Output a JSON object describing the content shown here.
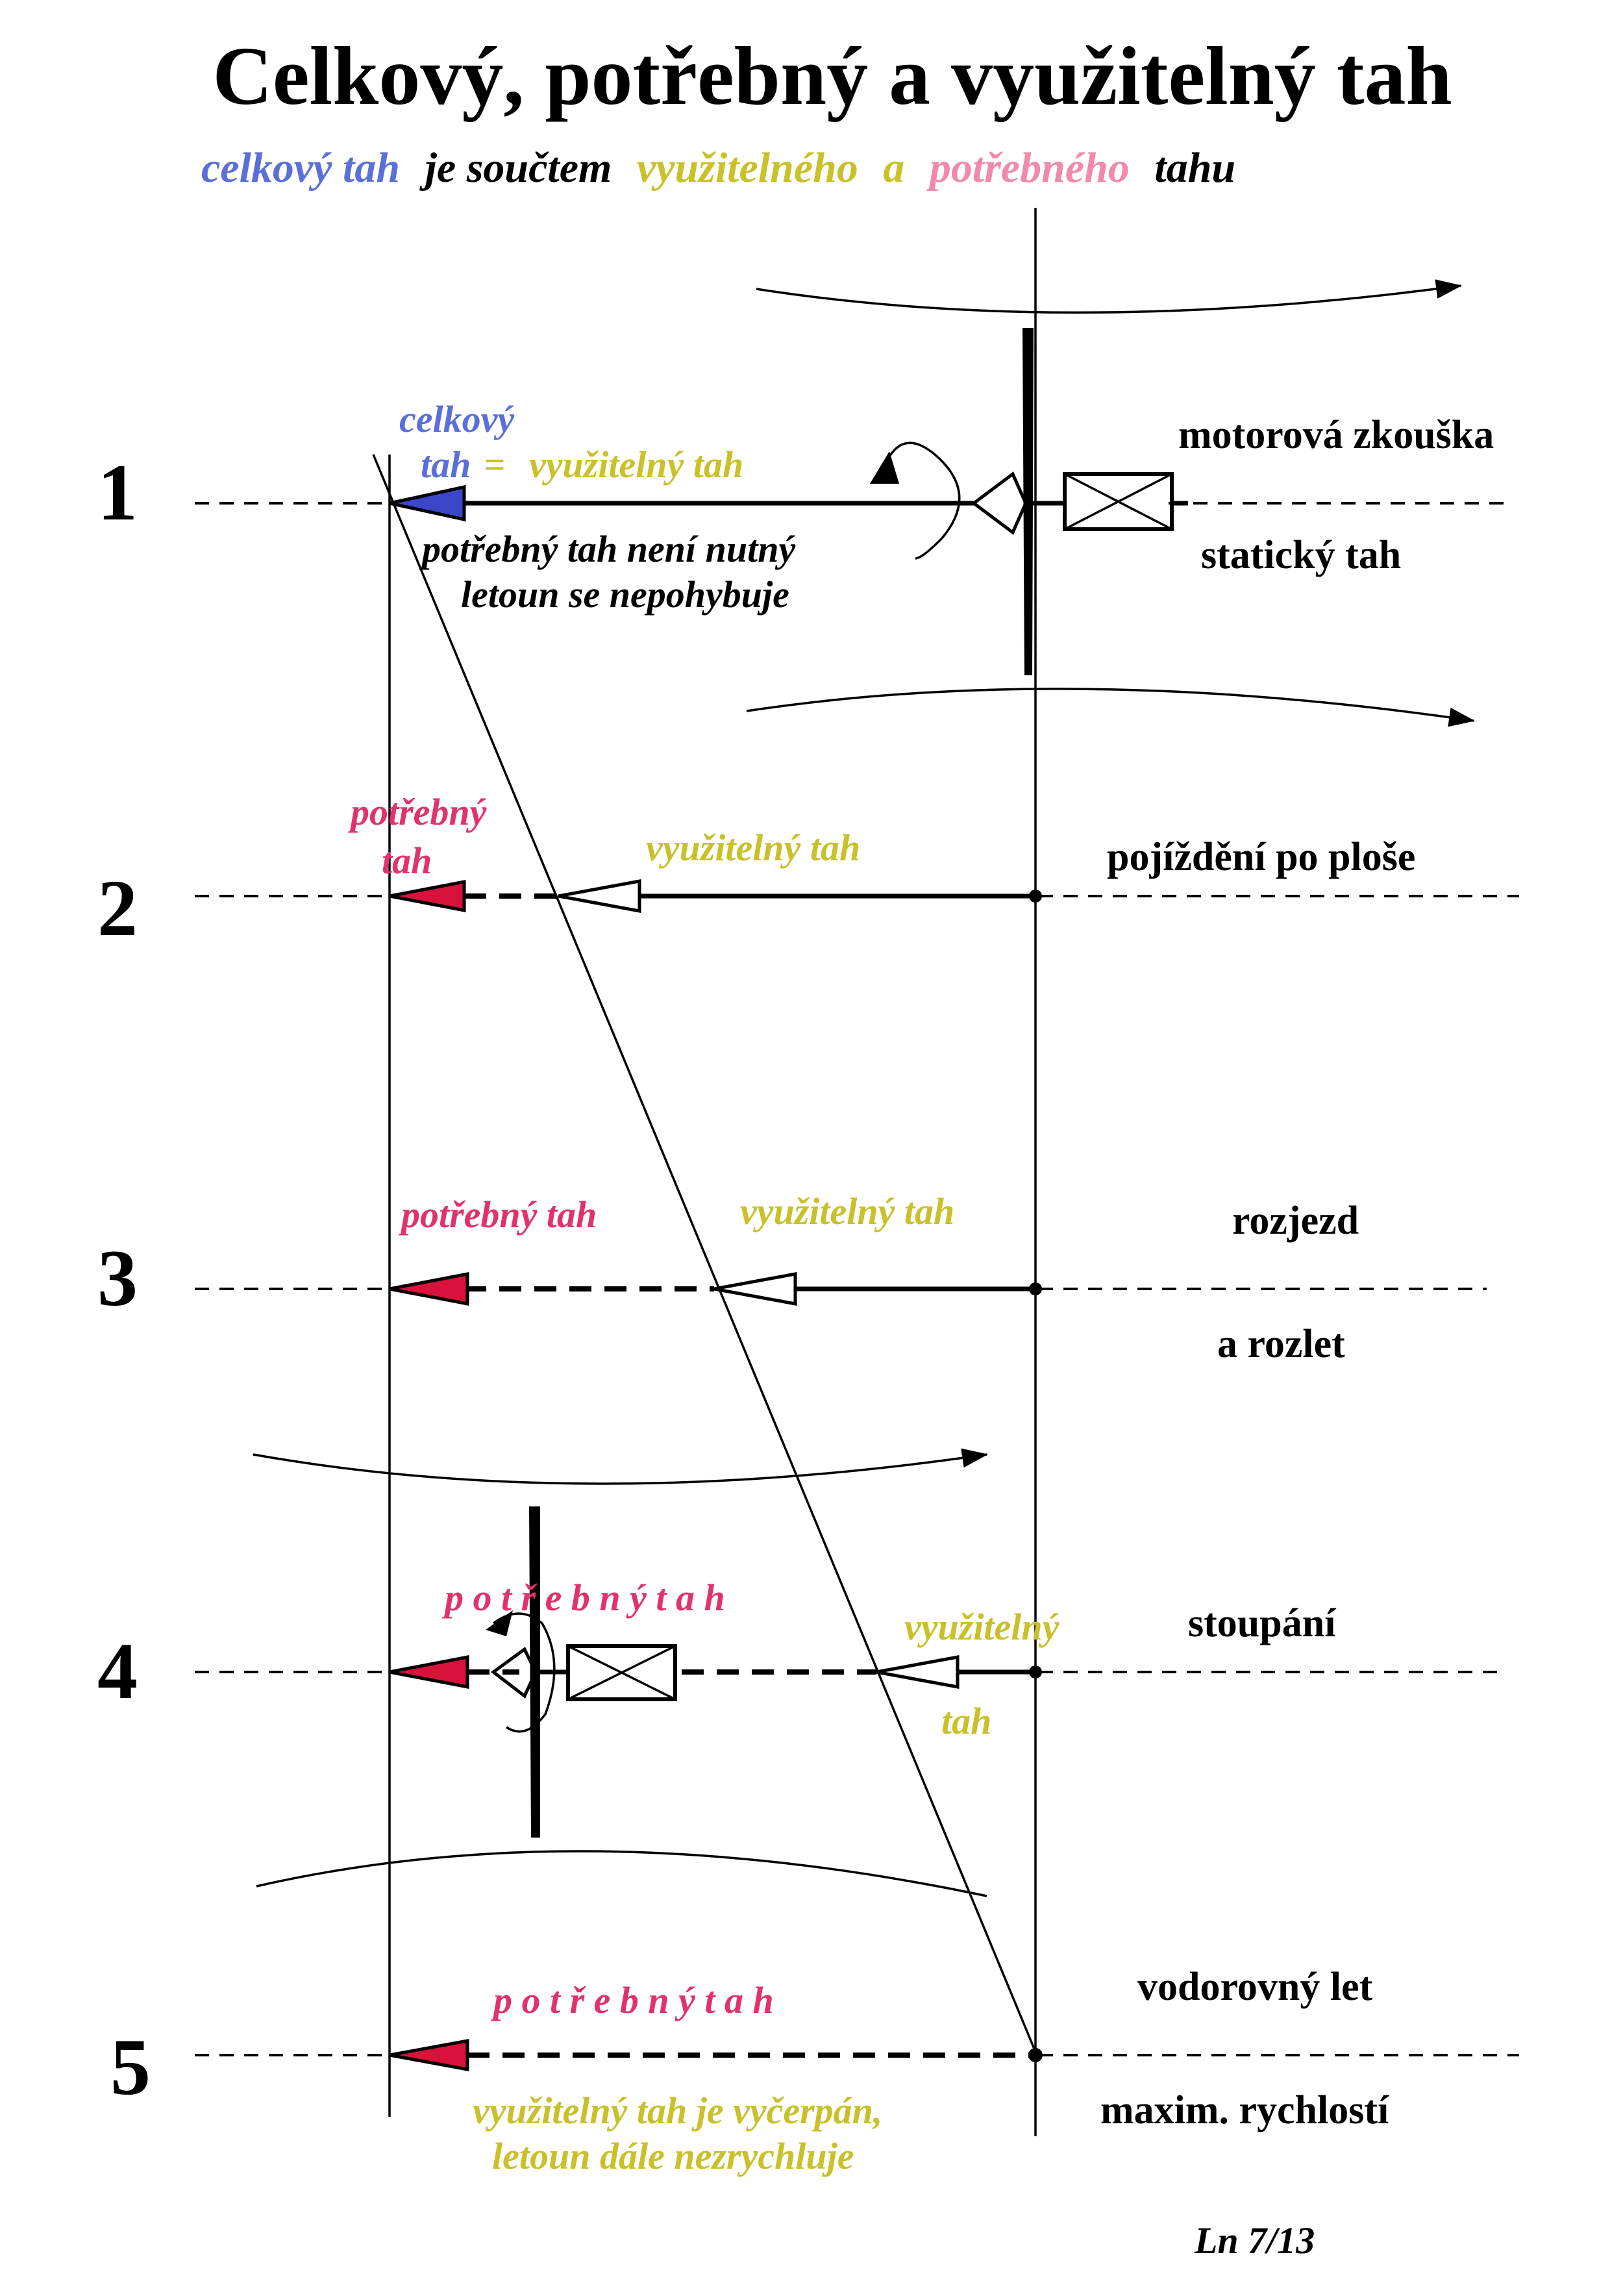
{
  "title": "Celkový, potřebný a využitelný tah",
  "subtitle": {
    "part1": "celkový tah",
    "part2": "je součtem",
    "part3": "využitelného",
    "part4": "a",
    "part5": "potřebného",
    "part6": "tahu"
  },
  "colors": {
    "celkovy": "#5b6fd8",
    "vyuzitelny": "#c8c12a",
    "potrebny": "#e0336a",
    "potrebny_light": "#f08aa8",
    "arrow_blue": "#3b46c8",
    "arrow_red": "#d8123a",
    "ink": "#000000"
  },
  "rows": [
    {
      "number": "1",
      "celkovy_line1": "celkový",
      "celkovy_line2": "tah",
      "equals": "=",
      "vyuzitelny": "využitelný  tah",
      "note_line1": "potřebný tah není  nutný",
      "note_line2": "letoun se nepohybuje",
      "right_line1": "motorová zkouška",
      "right_line2": "statický  tah"
    },
    {
      "number": "2",
      "potrebny_line1": "potřebný",
      "potrebny_line2": "tah",
      "vyuzitelny": "využitelný  tah",
      "right_line1": "pojíždění po ploše"
    },
    {
      "number": "3",
      "potrebny": "potřebný  tah",
      "vyuzitelny": "využitelný  tah",
      "right_line1": "rozjezd",
      "right_line2": "a  rozlet"
    },
    {
      "number": "4",
      "potrebny": "p o t ř e b n ý   t a h",
      "vyuzitelny_line1": "využitelný",
      "vyuzitelny_line2": "tah",
      "right_line1": "stoupání"
    },
    {
      "number": "5",
      "potrebny": "p o t ř e b n ý    t a h",
      "note_line1": "využitelný tah je vyčerpán,",
      "note_line2": "letoun dále nezrychluje",
      "right_line1": "vodorovný let",
      "right_line2": "maxim. rychlostí"
    }
  ],
  "footer": "Ln  7/13"
}
